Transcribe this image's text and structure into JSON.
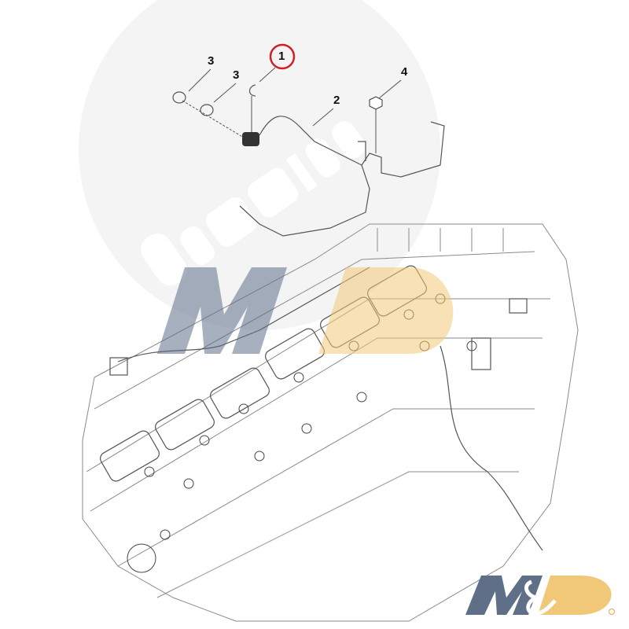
{
  "diagram": {
    "callouts": [
      {
        "label": "1",
        "highlighted": true
      },
      {
        "label": "2",
        "highlighted": false
      },
      {
        "label": "3",
        "highlighted": false
      },
      {
        "label": "3",
        "highlighted": false
      },
      {
        "label": "4",
        "highlighted": false
      }
    ],
    "highlight_color": "#d01f25"
  },
  "watermarks": {
    "background_brand": "Cummins",
    "center_logo": "M&D"
  },
  "logo": {
    "text": "M&D",
    "registered_mark": "®",
    "colors": {
      "m": "#5f6f88",
      "d": "#f0c878"
    }
  }
}
